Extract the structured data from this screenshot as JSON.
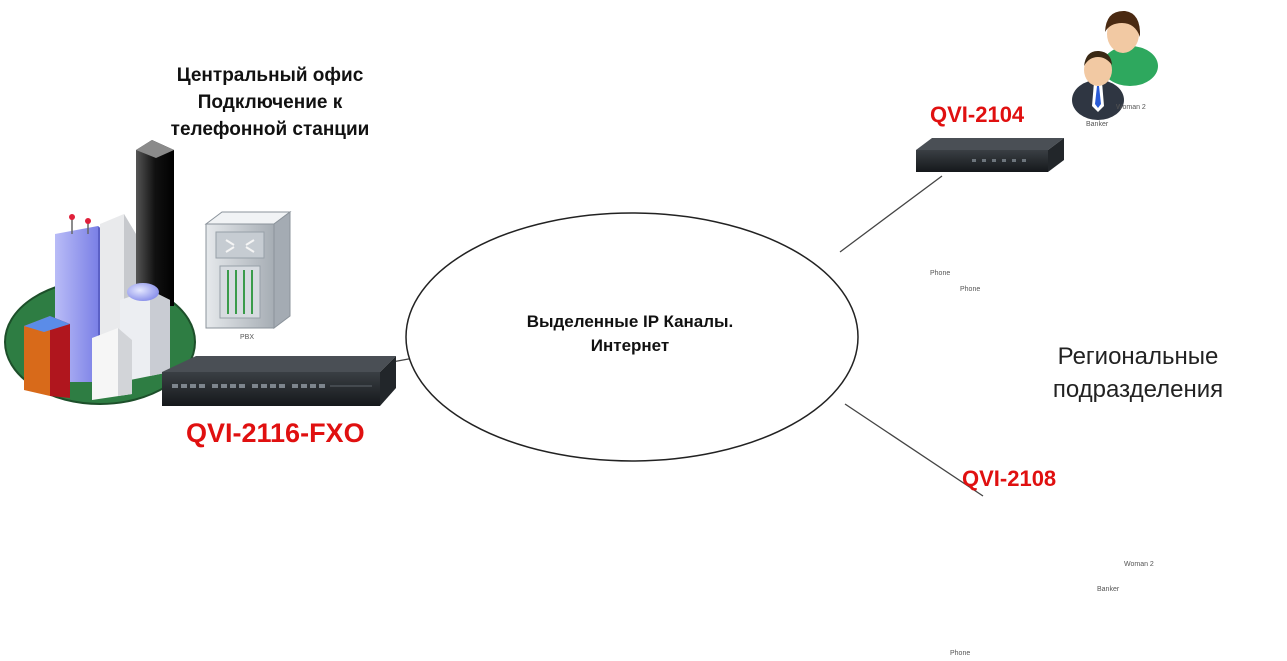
{
  "central_office": {
    "lines": [
      "Центральный офис",
      "Подключение к",
      "телефонной станции"
    ]
  },
  "network": {
    "lines": [
      "Выделенные IP Каналы.",
      "Интернет"
    ]
  },
  "regional": {
    "lines": [
      "Региональные",
      "подразделения"
    ]
  },
  "devices": {
    "main": "QVI-2116-FXO",
    "branch_top": "QVI-2104",
    "branch_bottom": "QVI-2108"
  },
  "icon_labels": {
    "pbx": "PBX",
    "phone": "Phone",
    "banker": "Banker",
    "woman": "Woman 2"
  },
  "colors": {
    "model_label": "#e01010",
    "grass": "#2e7d43",
    "phone_blue": "#3d86c6",
    "person_green": "#2ea85e",
    "building_blue": "#8f93ef",
    "building_red": "#b0161e",
    "building_orange": "#d86a1a"
  }
}
